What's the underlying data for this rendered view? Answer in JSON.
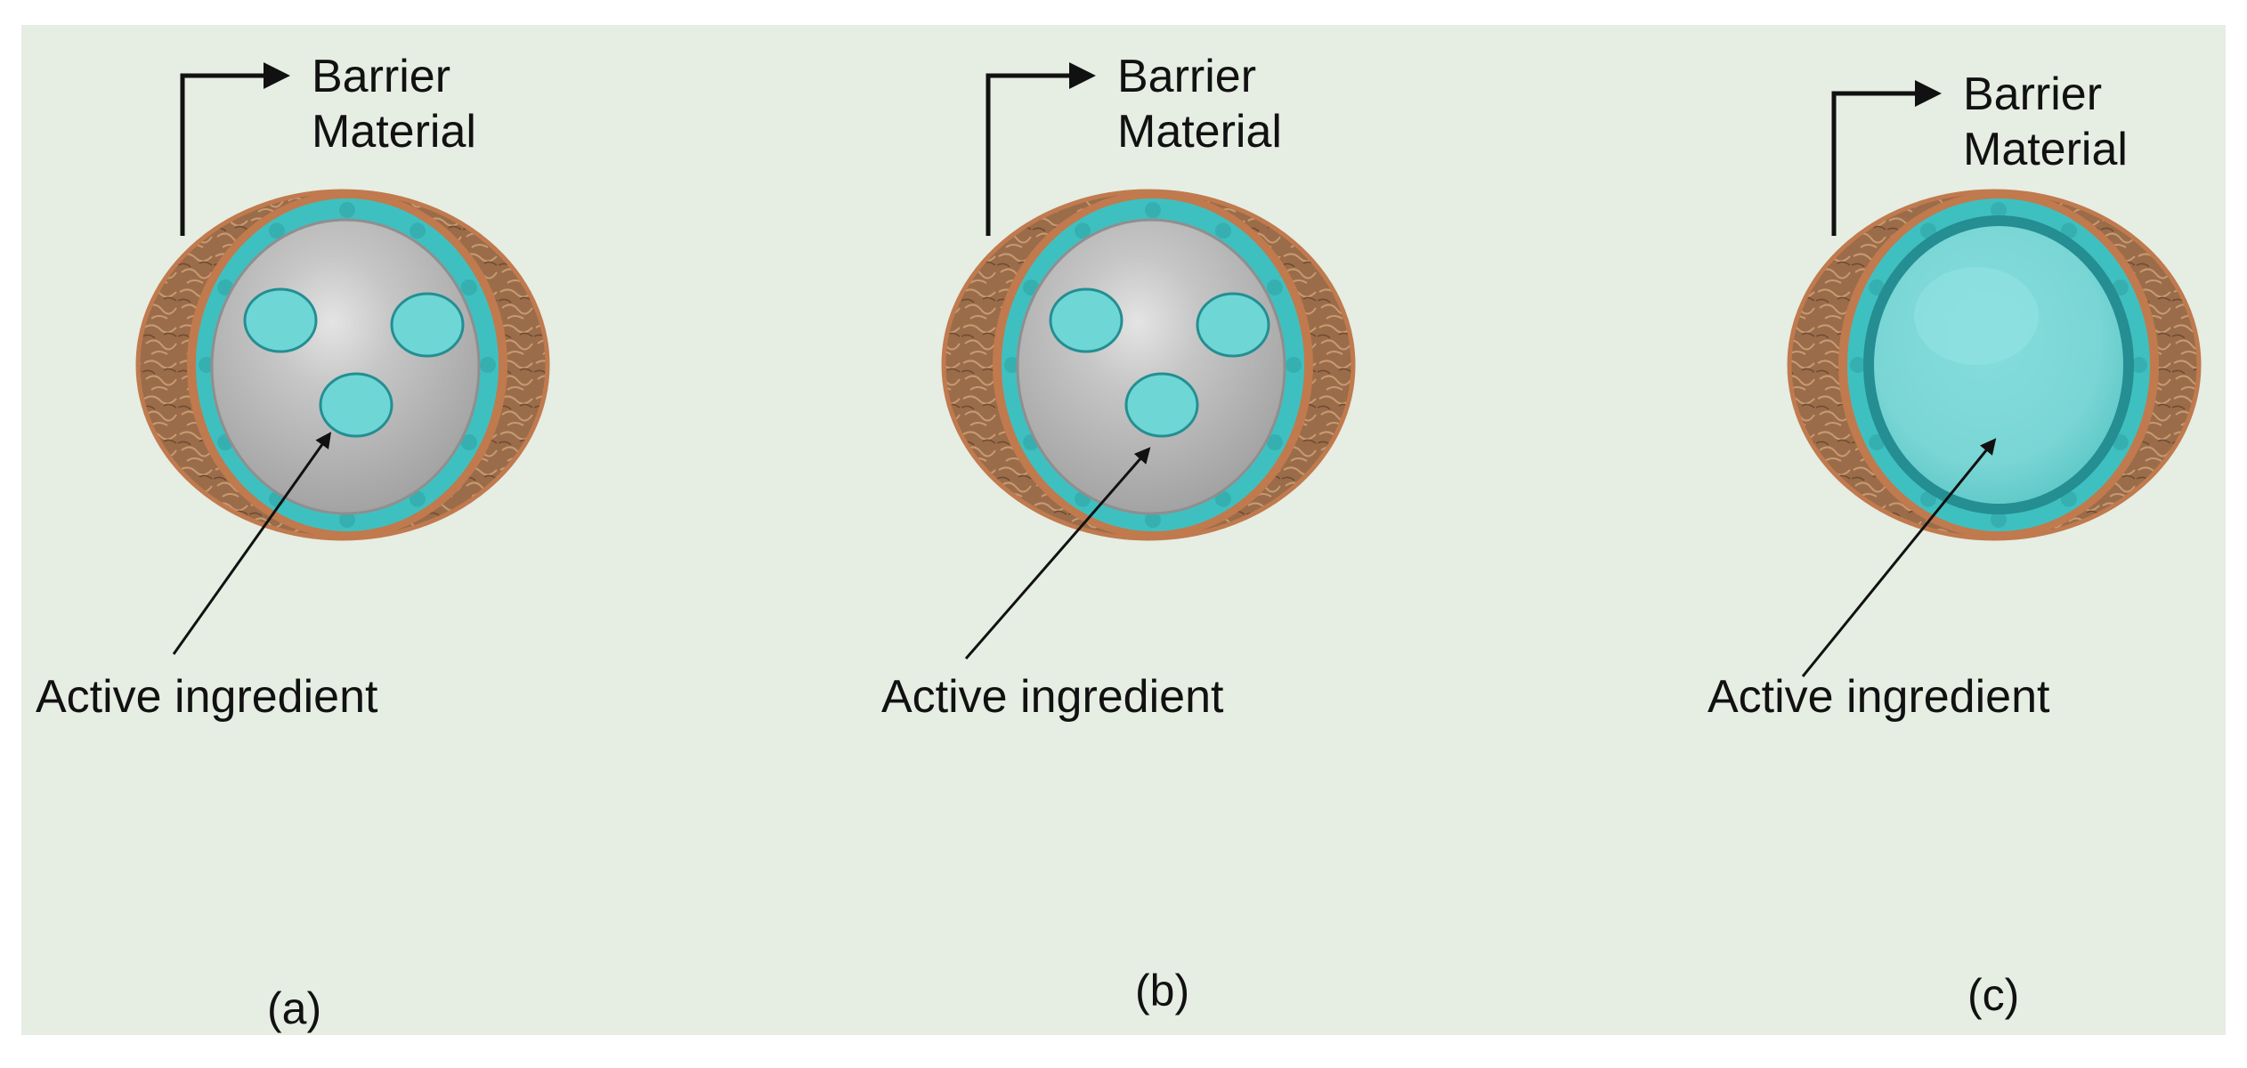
{
  "panels": [
    {
      "id": "a",
      "barrier_label_line1": "Barrier",
      "barrier_label_line2": "Material",
      "active_label": "Active ingredient",
      "caption": "(a)",
      "core": "matrix-with-droplets"
    },
    {
      "id": "b",
      "barrier_label_line1": "Barrier",
      "barrier_label_line2": "Material",
      "active_label": "Active ingredient",
      "caption": "(b)",
      "core": "matrix-with-droplets"
    },
    {
      "id": "c",
      "barrier_label_line1": "Barrier",
      "barrier_label_line2": "Material",
      "active_label": "Active  ingredient",
      "caption": "(c)",
      "core": "single-core"
    }
  ],
  "colors": {
    "background": "#e6ede3",
    "shell_brown": "#9a6a46",
    "shell_rim": "#c07a4e",
    "teal_layer": "#3fc0c0",
    "teal_dark": "#248e92",
    "matrix_gray": "#b7b7b7",
    "droplet": "#6fd6d6",
    "core_cyan": "#7fd9d8",
    "arrow": "#111111"
  }
}
